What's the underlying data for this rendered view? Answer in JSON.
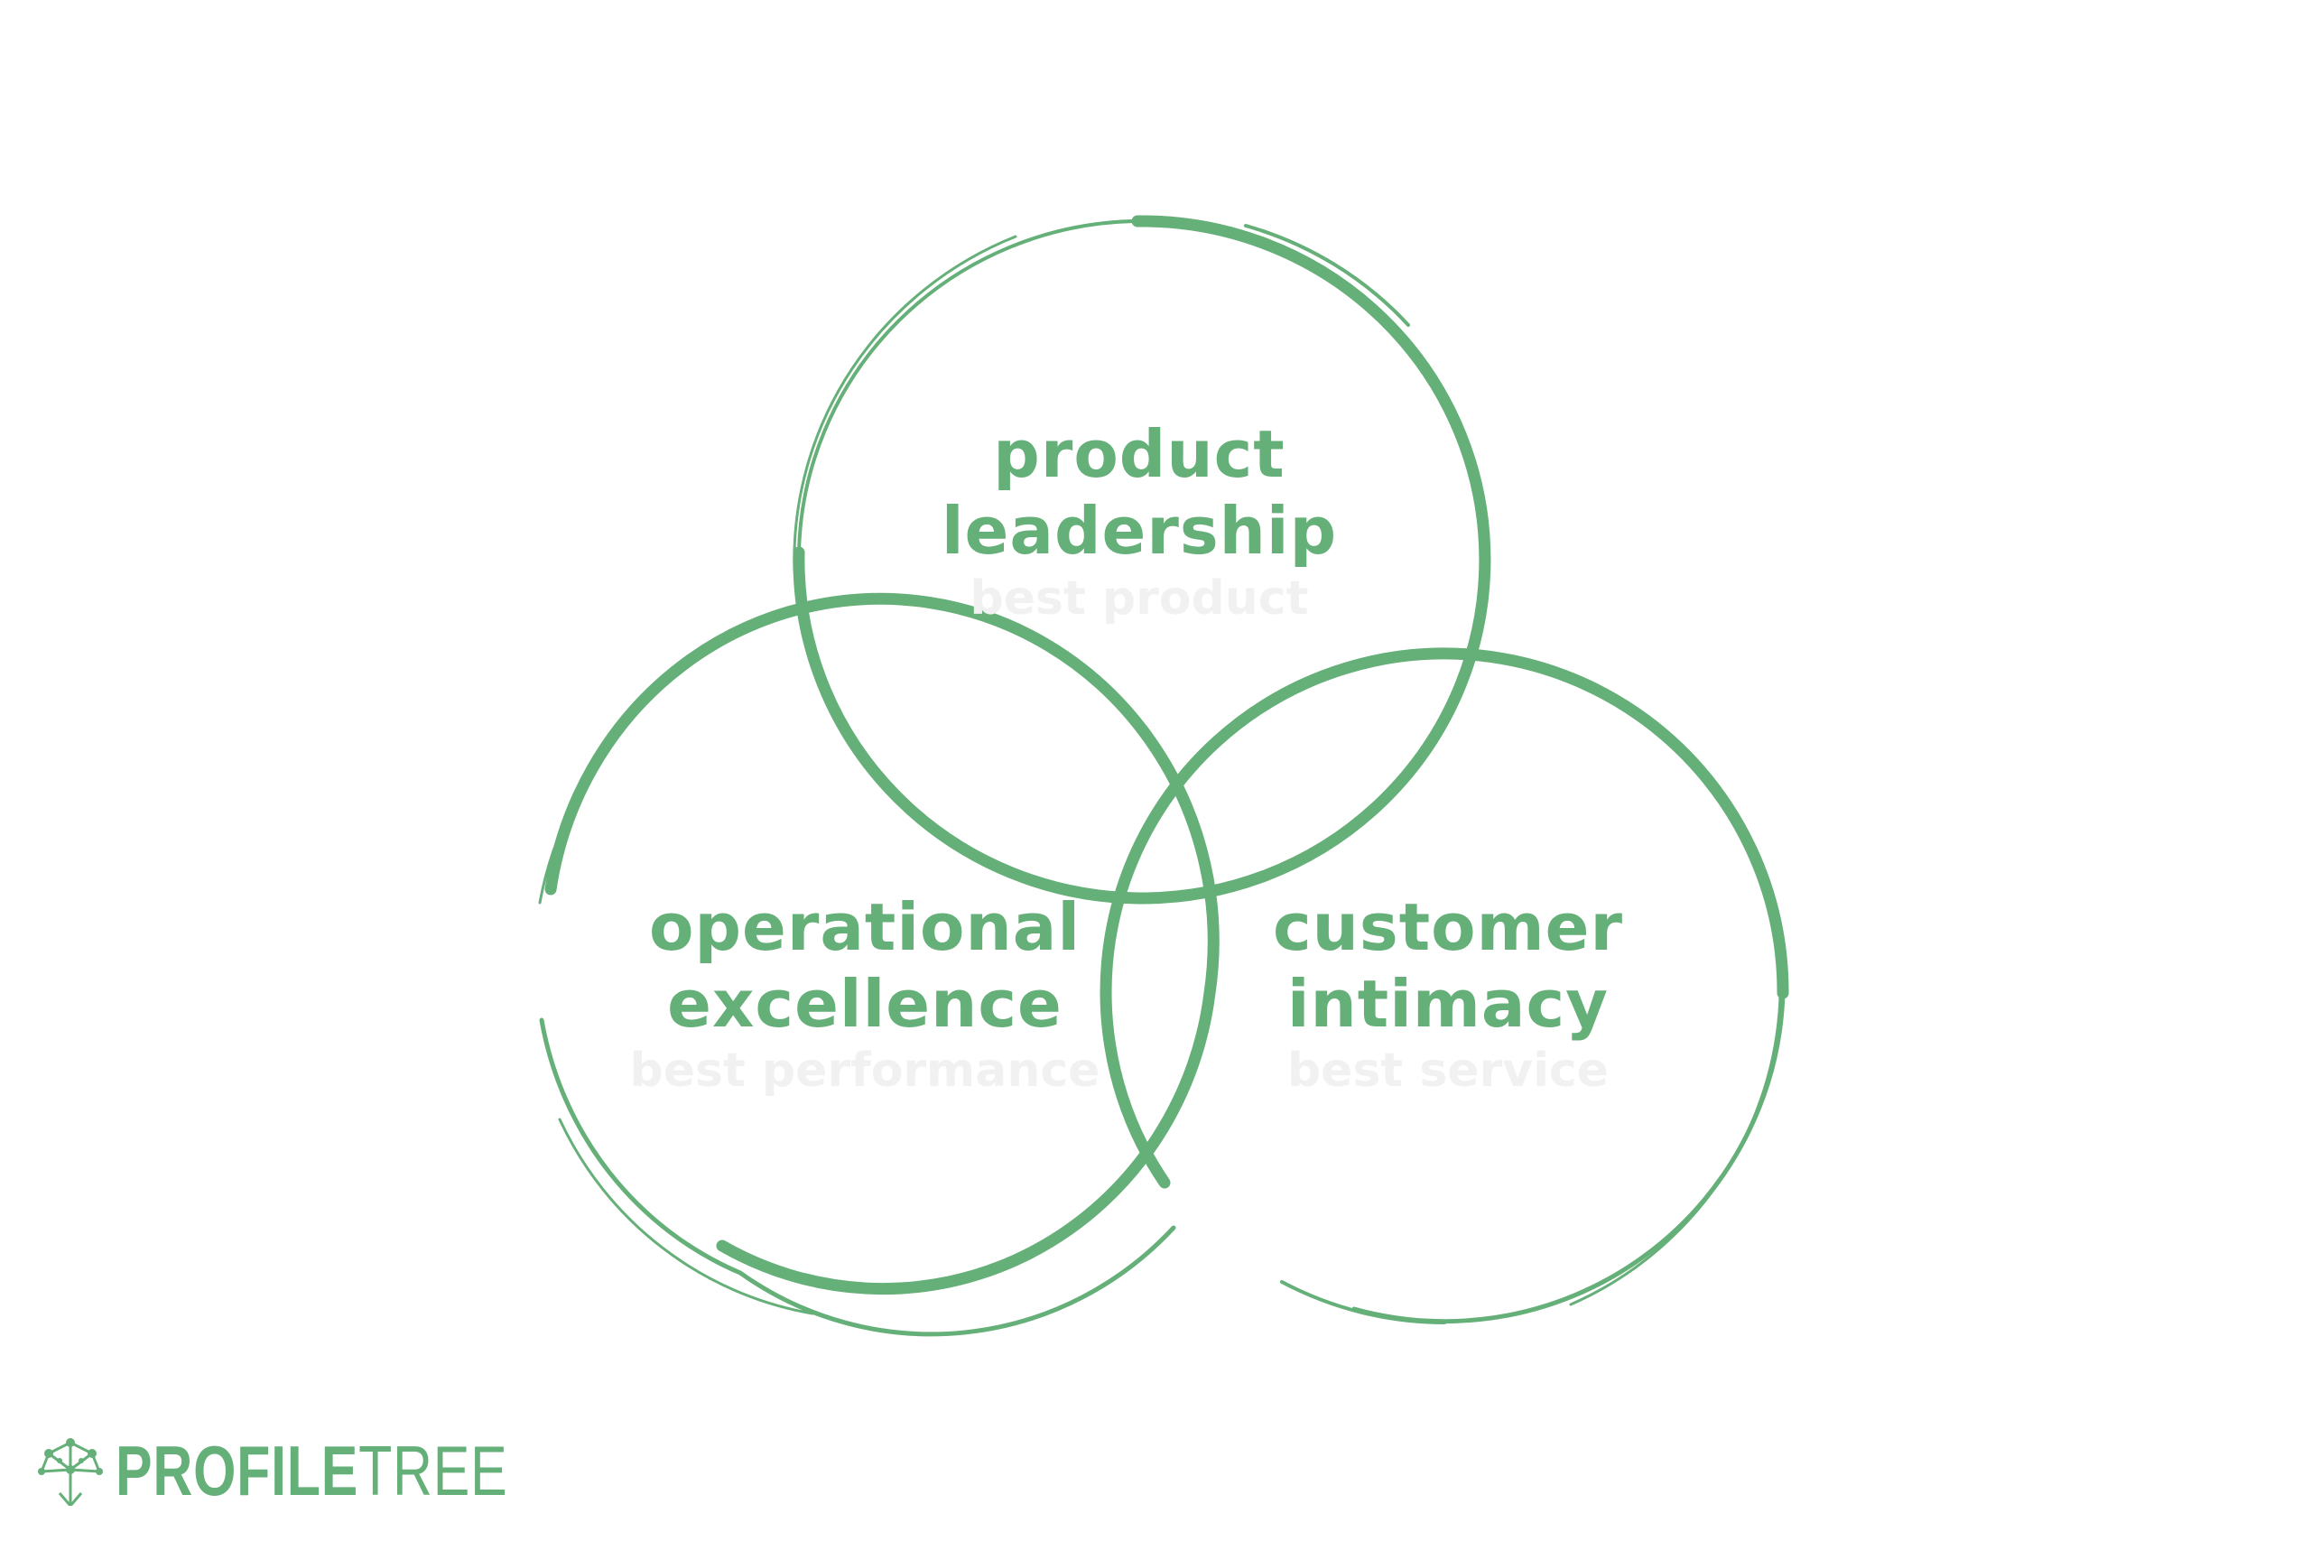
{
  "colors": {
    "accent": "#65af78",
    "subtitle": "#f1f1f1",
    "background": "#ffffff"
  },
  "circles": [
    {
      "id": "product",
      "title_lines": [
        "product",
        "leadership"
      ],
      "subtitle": "best product"
    },
    {
      "id": "operational",
      "title_lines": [
        "operational",
        "excellence"
      ],
      "subtitle": "best performance"
    },
    {
      "id": "customer",
      "title_lines": [
        "customer",
        "intimacy"
      ],
      "subtitle": "best service"
    }
  ],
  "logo": {
    "bold_text": "PROFILE",
    "light_text": "TREE",
    "icon": "tree-network-icon"
  }
}
